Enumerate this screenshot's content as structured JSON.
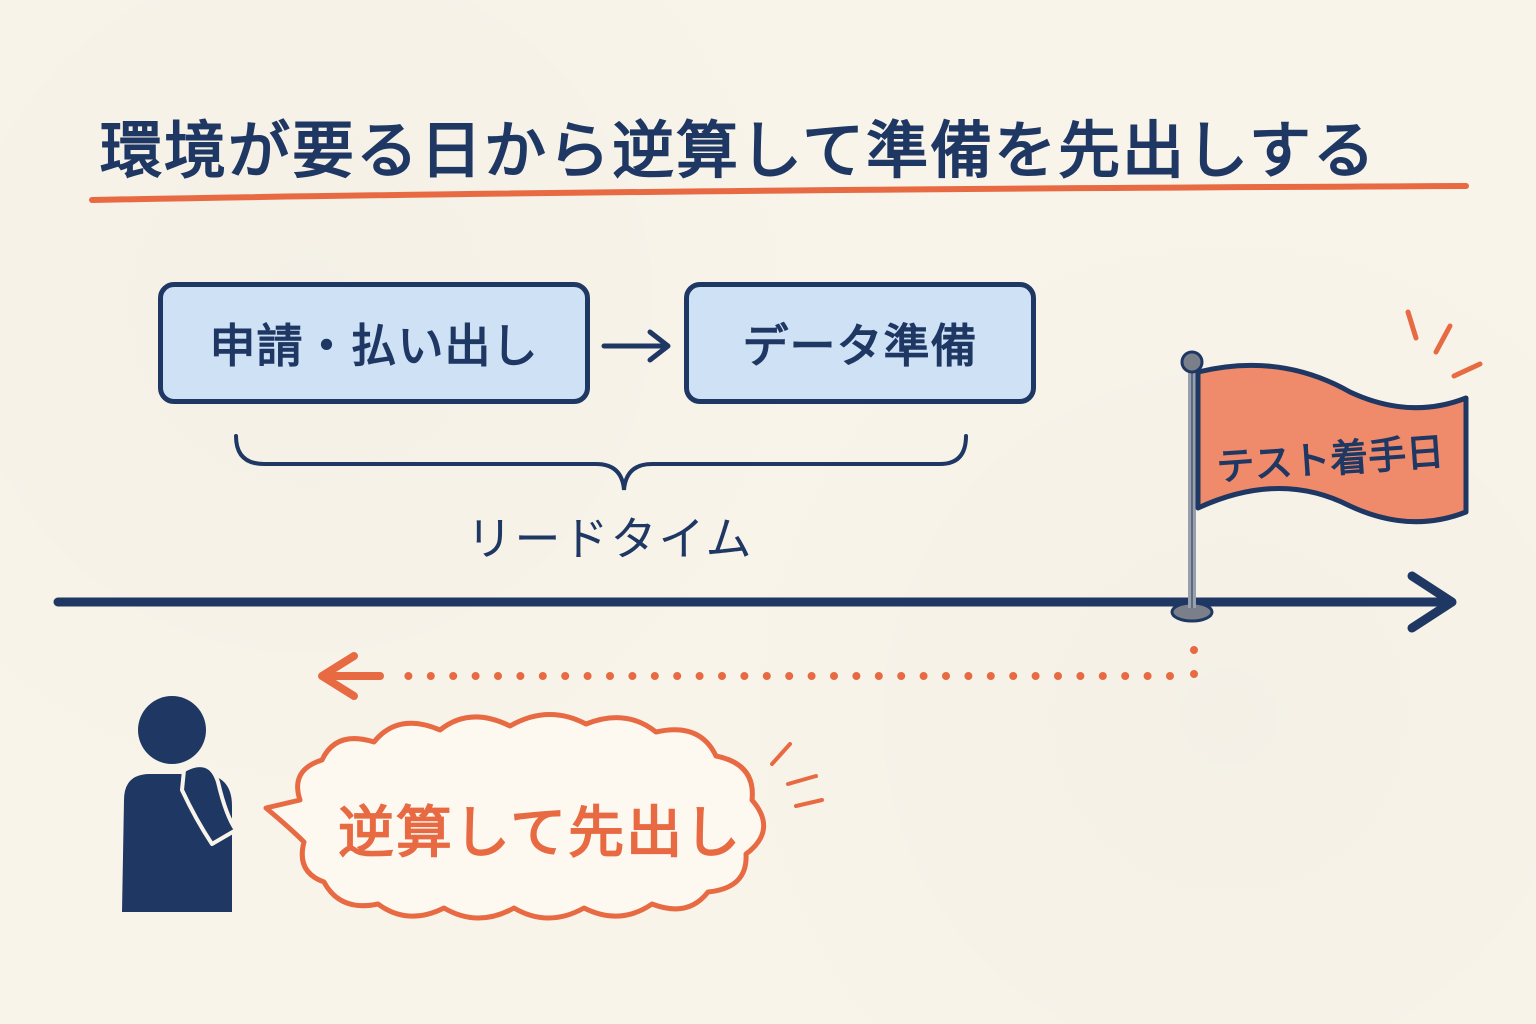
{
  "title": "環境が要る日から逆算して準備を先出しする",
  "steps": [
    {
      "label": "申請・払い出し"
    },
    {
      "label": "データ準備"
    }
  ],
  "lead_time_label": "リードタイム",
  "milestone_label": "テスト着手日",
  "speech_label": "逆算して先出し",
  "colors": {
    "navy": "#1f3763",
    "accent": "#e86a43",
    "box_fill": "#cfe1f5",
    "flag_fill": "#ef8a6a",
    "background": "#f8f4ea"
  }
}
